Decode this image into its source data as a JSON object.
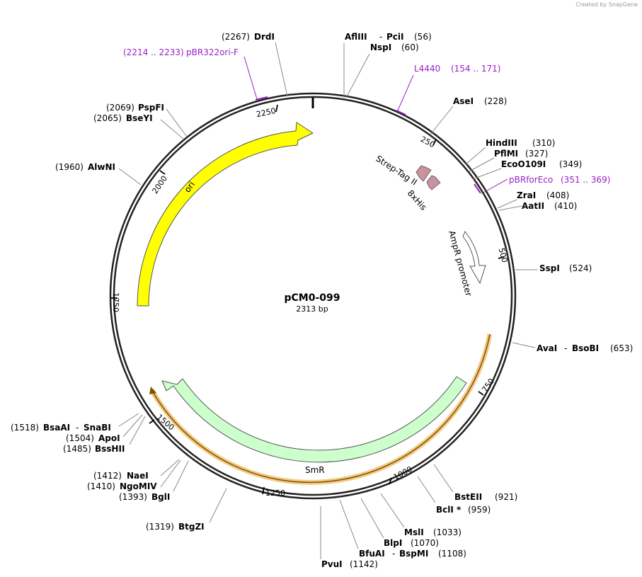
{
  "credit": "Created by SnapGene",
  "plasmid": {
    "name": "pCM0-099",
    "length_label": "2313 bp"
  },
  "ticks": [
    "250",
    "500",
    "750",
    "1000",
    "1250",
    "1500",
    "1750",
    "2000",
    "2250"
  ],
  "enzymes": [
    {
      "name": "DrdI",
      "pos": "(2267)"
    },
    {
      "name": "AflIII",
      "name2": "PciI",
      "pos": "(56)"
    },
    {
      "name": "NspI",
      "pos": "(60)"
    },
    {
      "name": "AseI",
      "pos": "(228)"
    },
    {
      "name": "HindIII",
      "pos": "(310)"
    },
    {
      "name": "PflMI",
      "pos": "(327)"
    },
    {
      "name": "EcoO109I",
      "pos": "(349)"
    },
    {
      "name": "ZraI",
      "pos": "(408)"
    },
    {
      "name": "AatII",
      "pos": "(410)"
    },
    {
      "name": "SspI",
      "pos": "(524)"
    },
    {
      "name": "AvaI",
      "name2": "BsoBI",
      "pos": "(653)"
    },
    {
      "name": "BstEII",
      "pos": "(921)"
    },
    {
      "name": "BclI *",
      "pos": "(959)"
    },
    {
      "name": "MslI",
      "pos": "(1033)"
    },
    {
      "name": "BlpI",
      "pos": "(1070)"
    },
    {
      "name": "BfuAI",
      "name2": "BspMI",
      "pos": "(1108)"
    },
    {
      "name": "PvuI",
      "pos": "(1142)"
    },
    {
      "name": "BtgZI",
      "pos": "(1319)"
    },
    {
      "name": "BglI",
      "pos": "(1393)"
    },
    {
      "name": "NgoMIV",
      "pos": "(1410)"
    },
    {
      "name": "NaeI",
      "pos": "(1412)"
    },
    {
      "name": "BssHII",
      "pos": "(1485)"
    },
    {
      "name": "ApoI",
      "pos": "(1504)"
    },
    {
      "name": "BsaAI",
      "name2": "SnaBI",
      "pos": "(1518)"
    },
    {
      "name": "AlwNI",
      "pos": "(1960)"
    },
    {
      "name": "BseYI",
      "pos": "(2065)"
    },
    {
      "name": "PspFI",
      "pos": "(2069)"
    }
  ],
  "primers": [
    {
      "name": "pBR322ori-F",
      "range": "(2214 .. 2233)"
    },
    {
      "name": "L4440",
      "range": "(154 .. 171)"
    },
    {
      "name": "pBRforEco",
      "range": "(351 .. 369)"
    }
  ],
  "features": [
    {
      "name": "ori",
      "color": "#ffff00"
    },
    {
      "name": "SmR",
      "color": "#ccffcc"
    },
    {
      "name": "AmpR promoter",
      "color": "#ffffff"
    },
    {
      "name": "Strep-Tag II",
      "color": "#c8939e"
    },
    {
      "name": "8xHis",
      "color": "#c8939e"
    }
  ],
  "colors": {
    "primer": "#9a1fc4",
    "orf_highlight": "#f4c983",
    "orf_line": "#7a5200"
  }
}
